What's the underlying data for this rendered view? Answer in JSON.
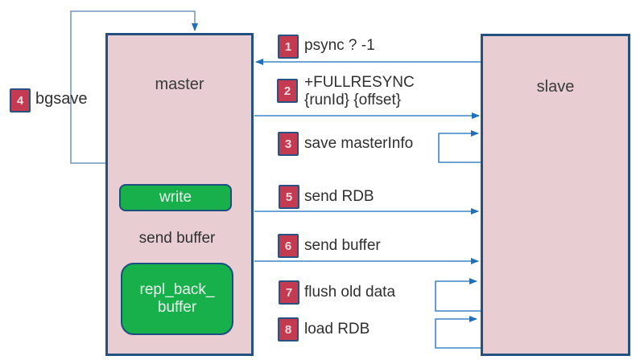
{
  "colors": {
    "node_fill": "#e8ced3",
    "node_border": "#235182",
    "green_fill": "#17b04a",
    "green_border": "#1c4e80",
    "badge_fill": "#c43a50",
    "badge_border": "#2a5183",
    "badge_text": "#f2dce1",
    "arrow_blue": "#3d85c8",
    "loop_blue": "#7096bc",
    "text_dark": "#333333"
  },
  "nodes": {
    "master": {
      "label": "master"
    },
    "slave": {
      "label": "slave"
    },
    "write": {
      "label": "write"
    },
    "repl_buffer": {
      "line1": "repl_back_",
      "line2": "buffer"
    }
  },
  "labels": {
    "send_buffer_internal": "send buffer"
  },
  "side_step": {
    "number": "4",
    "label": "bgsave"
  },
  "steps": [
    {
      "number": "1",
      "label": "psync ? -1"
    },
    {
      "number": "2",
      "label": "+FULLRESYNC",
      "label2": "{runId} {offset}"
    },
    {
      "number": "3",
      "label": "save masterInfo"
    },
    {
      "number": "5",
      "label": "send RDB"
    },
    {
      "number": "6",
      "label": "send buffer"
    },
    {
      "number": "7",
      "label": "flush old data"
    },
    {
      "number": "8",
      "label": "load RDB"
    }
  ]
}
